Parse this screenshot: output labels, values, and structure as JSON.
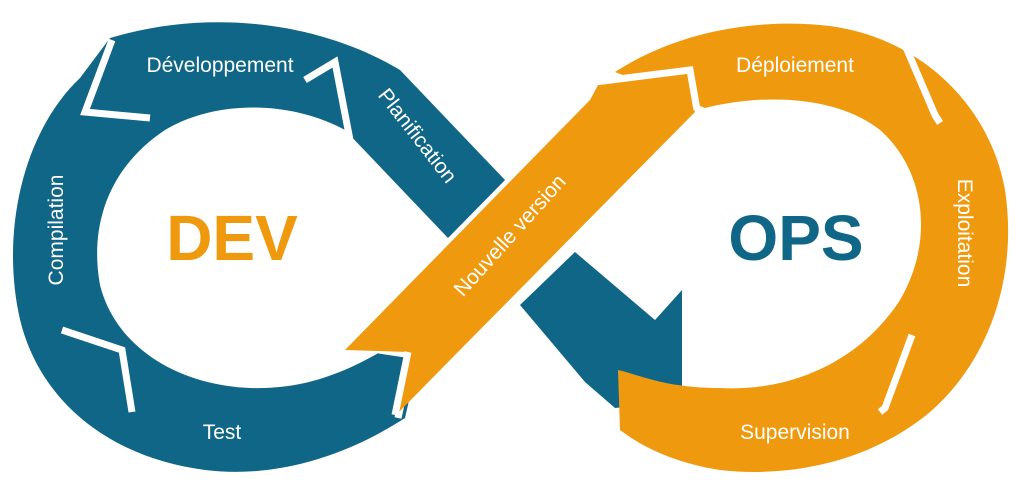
{
  "colors": {
    "dev": "#0f6686",
    "ops": "#ef9a0e",
    "background": "#ffffff"
  },
  "dev": {
    "title": "DEV",
    "stages": {
      "development": "Développement",
      "planning": "Planification",
      "compilation": "Compilation",
      "test": "Test"
    }
  },
  "ops": {
    "title": "OPS",
    "stages": {
      "deployment": "Déploiement",
      "operation": "Exploitation",
      "monitoring": "Supervision"
    }
  },
  "release": "Nouvelle version"
}
